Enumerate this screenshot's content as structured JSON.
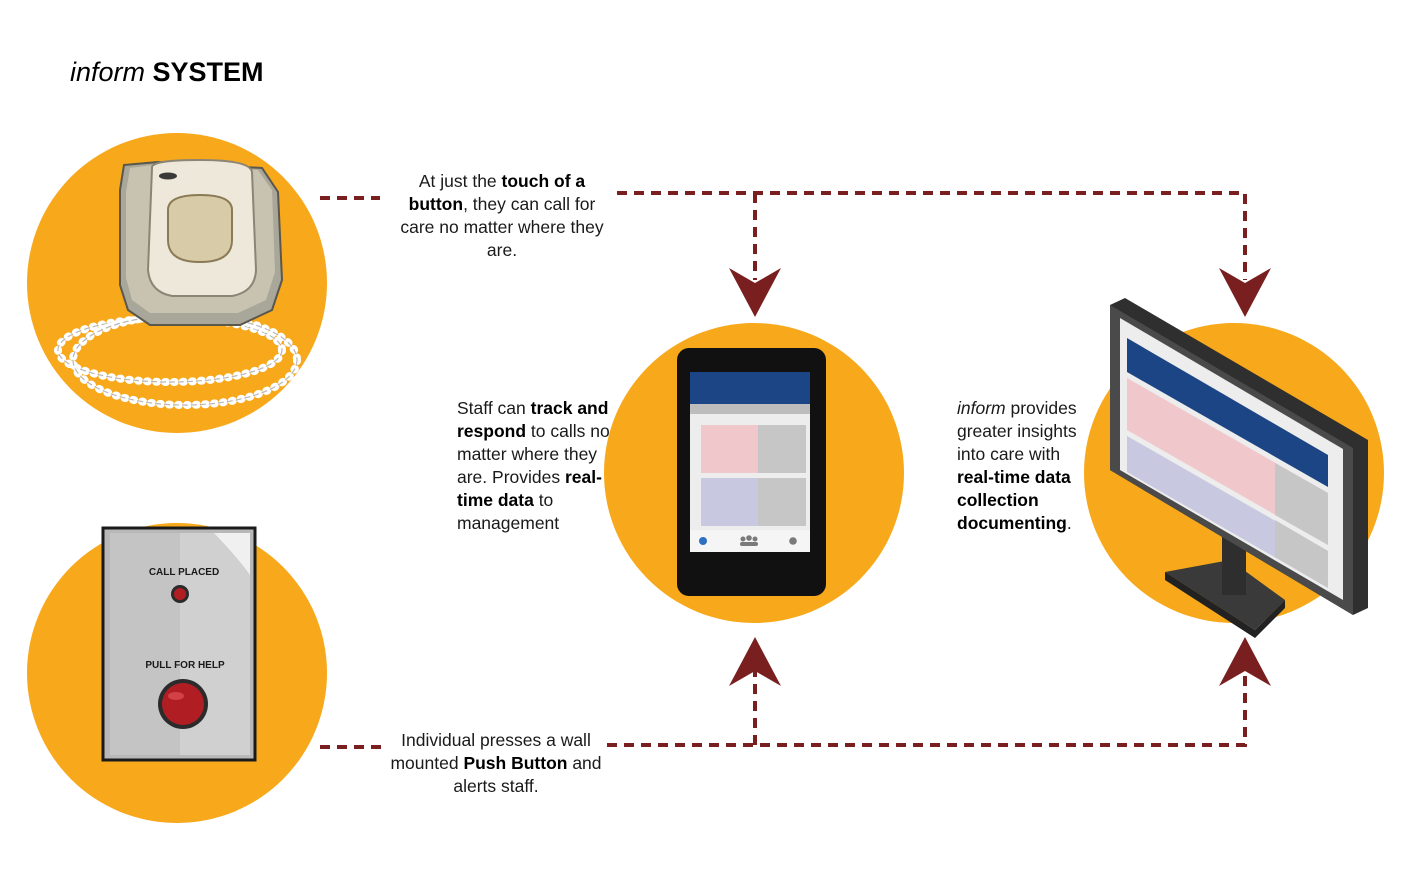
{
  "title": {
    "emphasis": "inform",
    "strong": "SYSTEM"
  },
  "captions": {
    "top": {
      "line1_pre": "At just the ",
      "line1_bold": "touch of a button",
      "line1_post": ", they can call for care no matter where they are."
    },
    "bottom": {
      "pre": "Individual presses a wall mounted ",
      "bold": "Push Button",
      "post": " and alerts staff."
    },
    "staff": {
      "pre": "Staff can ",
      "bold1": "track and respond",
      "mid": " to calls no matter where they are. Provides ",
      "bold2": "real-time data",
      "post": " to management"
    },
    "inform": {
      "italic": "inform",
      "pre": " provides greater insights into care with ",
      "bold": "real-time data collection documenting",
      "post": "."
    }
  },
  "wall_button": {
    "status_label": "CALL PLACED",
    "action_label": "PULL FOR HELP"
  },
  "icons": {
    "pendant": "pendant-call-button-icon",
    "wall": "wall-push-button-icon",
    "phone": "smartphone-icon",
    "monitor": "desktop-monitor-icon",
    "arrow": "arrowhead-icon"
  },
  "colors": {
    "circle": "#F7A81B",
    "connector": "#7A1F1F",
    "header_blue": "#1B4584",
    "pink": "#F0C8CC",
    "lavender": "#C8C8E0",
    "gray": "#C6C6C6",
    "alert_red": "#B01E23"
  }
}
